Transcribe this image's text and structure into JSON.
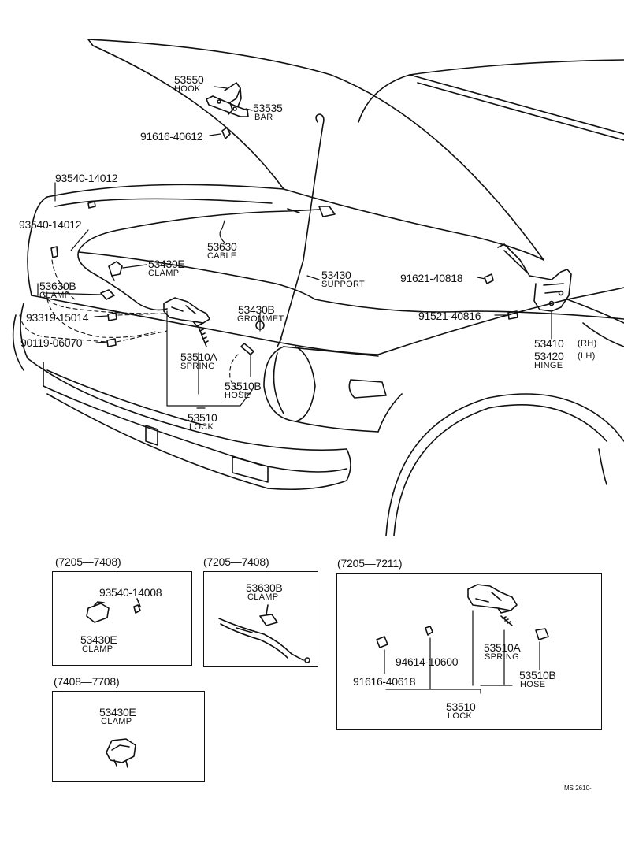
{
  "labels": {
    "p53550": "53550",
    "hook": "HOOK",
    "p53535": "53535",
    "bar": "BAR",
    "p91616_40612": "91616-40612",
    "p93540_a": "93540-14012",
    "p93540_b": "93540-14012",
    "p53630": "53630",
    "cable": "CABLE",
    "p53430e": "53430E",
    "clamp_e": "CLAMP",
    "p53630b": "53630B",
    "clamp_b": "CLAMP",
    "p93319": "93319-15014",
    "p90119": "90119-06070",
    "p53430": "53430",
    "support": "SUPPORT",
    "p53430b": "53430B",
    "grommet": "GROMMET",
    "p91621": "91621-40818",
    "p91521": "91521-40816",
    "p53410": "53410",
    "rh": "(RH)",
    "p53420": "53420",
    "lh": "(LH)",
    "hinge": "HINGE",
    "p53510a": "53510A",
    "spring": "SPRING",
    "p53510b": "53510B",
    "hose": "HOSE",
    "p53510": "53510",
    "lock": "LOCK"
  },
  "insets": {
    "box1": {
      "period": "(7205—7408)",
      "p93540": "93540-14008",
      "p53430e": "53430E",
      "clamp": "CLAMP"
    },
    "box2": {
      "period": "(7205—7408)",
      "p53630b": "53630B",
      "clamp": "CLAMP"
    },
    "box3": {
      "period": "(7205—7211)",
      "p91616": "91616-40618",
      "p94614": "94614-10600",
      "p53510a": "53510A",
      "spring": "SPRING",
      "p53510b": "53510B",
      "hose": "HOSE",
      "p53510": "53510",
      "lock": "LOCK"
    },
    "box4": {
      "period": "(7408—7708)",
      "p53430e": "53430E",
      "clamp": "CLAMP"
    }
  },
  "footer": {
    "code": "MS 2610-i"
  }
}
